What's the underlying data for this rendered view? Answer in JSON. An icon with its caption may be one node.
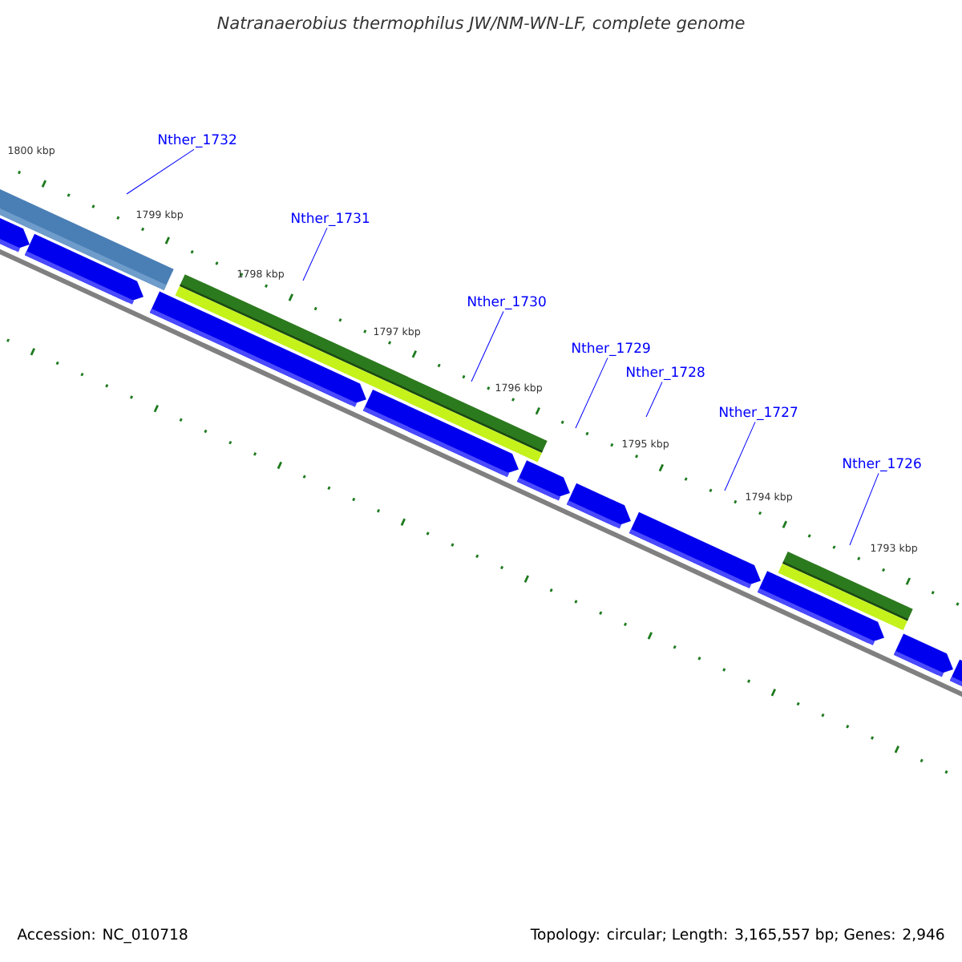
{
  "diagram": {
    "title": "Natranaerobius thermophilus JW/NM-WN-LF, complete genome",
    "nodes": [
      {
        "text": [
          "Nther_1732"
        ]
      },
      {
        "text": [
          "Nther_1731"
        ]
      },
      {
        "text": [
          "Nther_1730"
        ]
      },
      {
        "text": [
          "Nther_1729"
        ]
      },
      {
        "text": [
          "Nther_1728"
        ]
      },
      {
        "text": [
          "Nther_1727"
        ]
      },
      {
        "text": [
          "Nther_1726"
        ]
      }
    ],
    "edges": [
      {
        "from": 0,
        "to": null,
        "arrow": "none"
      },
      {
        "from": 1,
        "to": null,
        "arrow": "none"
      },
      {
        "from": 2,
        "to": null,
        "arrow": "none"
      },
      {
        "from": 3,
        "to": null,
        "arrow": "none"
      },
      {
        "from": 4,
        "to": null,
        "arrow": "none"
      },
      {
        "from": 5,
        "to": null,
        "arrow": "none"
      },
      {
        "from": 6,
        "to": null,
        "arrow": "none"
      }
    ],
    "labels": [
      "1800 kbp",
      "1799 kbp",
      "1798 kbp",
      "1797 kbp",
      "1796 kbp",
      "1795 kbp",
      "1794 kbp",
      "1793 kbp",
      "Accession: NC_010718",
      "Topology: circular; Length: 3,165,557 bp; Genes: 2,946"
    ]
  }
}
